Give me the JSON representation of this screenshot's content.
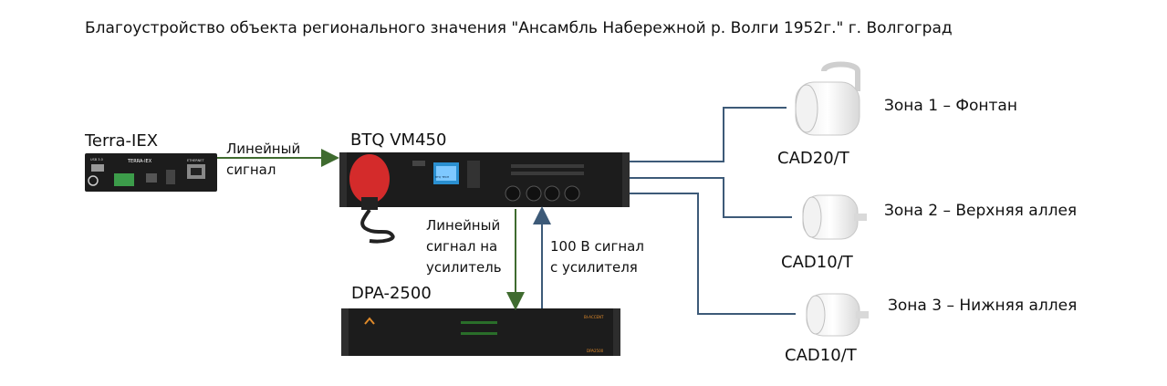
{
  "title": "Благоустройство объекта регионального значения \"Ансамбль Набережной р. Волги 1952г.\"  г. Волгоград",
  "devices": {
    "source": {
      "name": "Terra-IEX",
      "panel_label": "TERRA-IEX",
      "small_label_1": "USB 3.0",
      "small_label_2": "ETHERNET"
    },
    "controller": {
      "name": "BTQ VM450",
      "screen_label": "BTQ TECH"
    },
    "amplifier": {
      "name": "DPA-2500",
      "panel_label": "DPA2500",
      "brand_label": "BI-ACCENT"
    }
  },
  "connections": {
    "source_to_controller": [
      "Линейный",
      "сигнал"
    ],
    "controller_to_amp": [
      "Линейный",
      "сигнал на",
      "усилитель"
    ],
    "amp_to_controller": [
      "100 В сигнал",
      "с усилителя"
    ]
  },
  "zones": [
    {
      "label": "Зона 1 – Фонтан",
      "speaker": "CAD20/T"
    },
    {
      "label": "Зона 2 – Верхняя аллея",
      "speaker": "CAD10/T"
    },
    {
      "label": "Зона 3 – Нижняя аллея",
      "speaker": "CAD10/T"
    }
  ],
  "colors": {
    "line_signal": "#3f6b2f",
    "speaker_wire": "#3d5a78",
    "device_body": "#1c1c1c",
    "mic_red": "#d42b2b"
  }
}
